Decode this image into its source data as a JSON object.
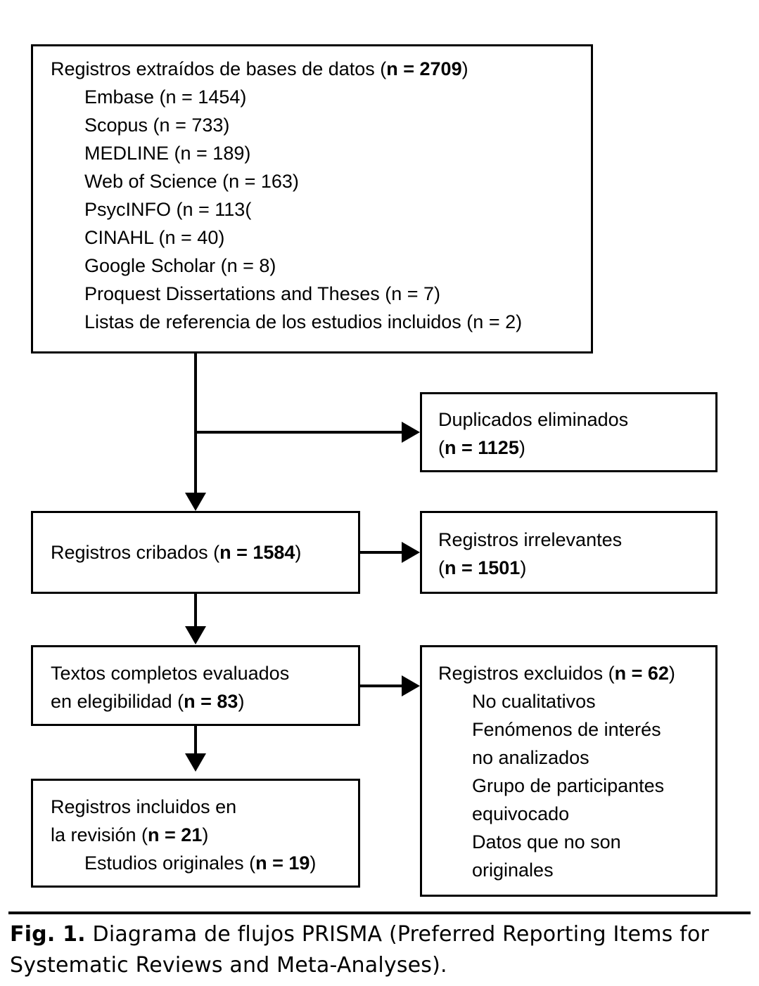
{
  "figure": {
    "caption_label": "Fig. 1.",
    "caption_text": "Diagrama de flujos PRISMA (Preferred Reporting Items for Systematic Reviews and Meta-Analyses)."
  },
  "identification": {
    "heading_prefix": "Registros extraídos de bases de datos (",
    "heading_bold": "n = 2709",
    "heading_suffix": ")",
    "sources": [
      "Embase (n = 1454)",
      "Scopus (n = 733)",
      "MEDLINE (n = 189)",
      "Web of Science (n = 163)",
      "PsycINFO (n = 113(",
      "CINAHL (n = 40)",
      "Google Scholar (n = 8)",
      "Proquest Dissertations and Theses (n = 7)",
      "Listas de referencia de los estudios incluidos (n = 2)"
    ]
  },
  "duplicates": {
    "line1": "Duplicados eliminados",
    "line2_prefix": "(",
    "line2_bold": "n = 1125",
    "line2_suffix": ")"
  },
  "screening": {
    "prefix": "Registros cribados (",
    "bold": "n = 1584",
    "suffix": ")"
  },
  "irrelevant": {
    "line1": "Registros irrelevantes",
    "line2_prefix": "(",
    "line2_bold": "n = 1501",
    "line2_suffix": ")"
  },
  "eligibility": {
    "line1": "Textos completos evaluados",
    "line2_prefix": "en elegibilidad (",
    "line2_bold": "n = 83",
    "line2_suffix": ")"
  },
  "excluded": {
    "heading_prefix": "Registros excluidos (",
    "heading_bold": "n = 62",
    "heading_suffix": ")",
    "reasons": [
      "No cualitativos",
      "Fenómenos de interés",
      "no analizados",
      "Grupo de participantes",
      "equivocado",
      "Datos que no son",
      "originales"
    ]
  },
  "included": {
    "line1": "Registros incluidos en",
    "line2_prefix": "la revisión (",
    "line2_bold": "n = 21",
    "line2_suffix": ")",
    "line3_prefix": "Estudios originales (",
    "line3_bold": "n = 19",
    "line3_suffix": ")"
  }
}
